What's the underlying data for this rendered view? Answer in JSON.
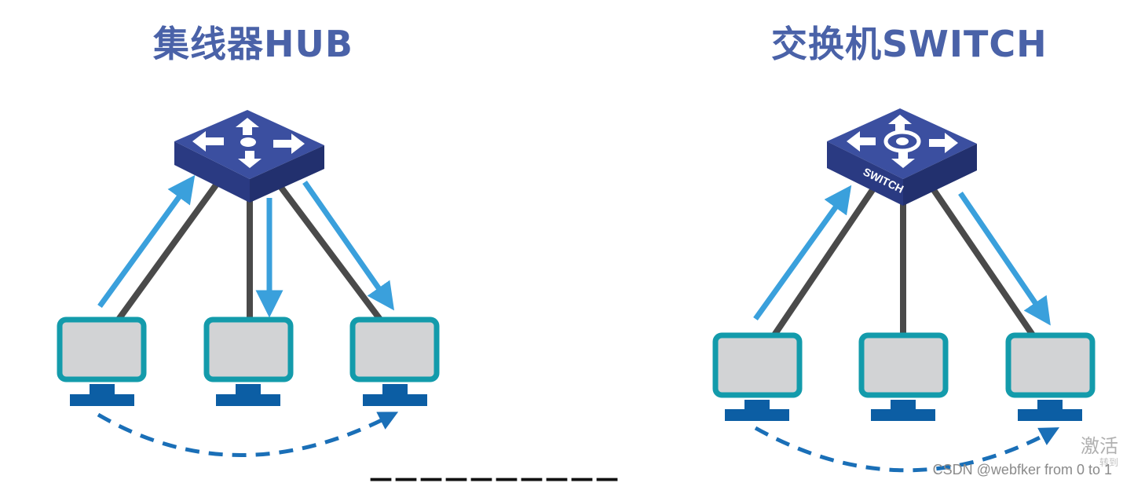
{
  "titles": {
    "hub": "集线器HUB",
    "switch": "交换机SWITCH"
  },
  "switch_device_label": "SWITCH",
  "watermark": "CSDN @webfker from 0 to 1",
  "activation_overlay": {
    "line1": "激活",
    "line2": "转到"
  },
  "subtitle_partial": "——————————",
  "colors": {
    "title": "#4a62a8",
    "device_top": "#3b4fa0",
    "device_side": "#2a3a82",
    "cable": "#4a4a4a",
    "arrow": "#3aa0dc",
    "monitor_frame": "#139bab",
    "monitor_screen": "#d2d3d5",
    "monitor_base": "#0c5ea4",
    "dashed_arrow": "#1a6fb7"
  },
  "icons": {
    "hub": "hub-device-icon",
    "switch": "switch-device-icon",
    "computer": "computer-icon"
  }
}
